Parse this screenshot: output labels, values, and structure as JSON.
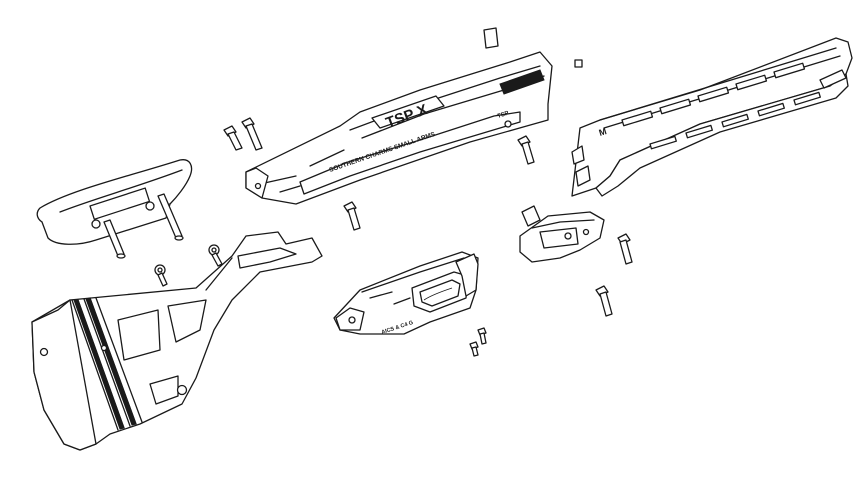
{
  "diagram": {
    "chassis_mark_main": "TSP X",
    "chassis_mark_secondary": "SOUTHERN CHARMS SMALL ARMS",
    "chassis_mark_tail": "TSP",
    "forend_logo": "M",
    "magwell_mark": "AICS & C4 G",
    "colors": {
      "line": "#1a1a1a",
      "background": "#ffffff"
    },
    "parts": [
      "cheek-riser",
      "buttstock-frame",
      "chassis-body",
      "forend-rail",
      "magwell",
      "bolt-release-block",
      "action-screws",
      "riser-posts",
      "sling-swivels"
    ]
  }
}
